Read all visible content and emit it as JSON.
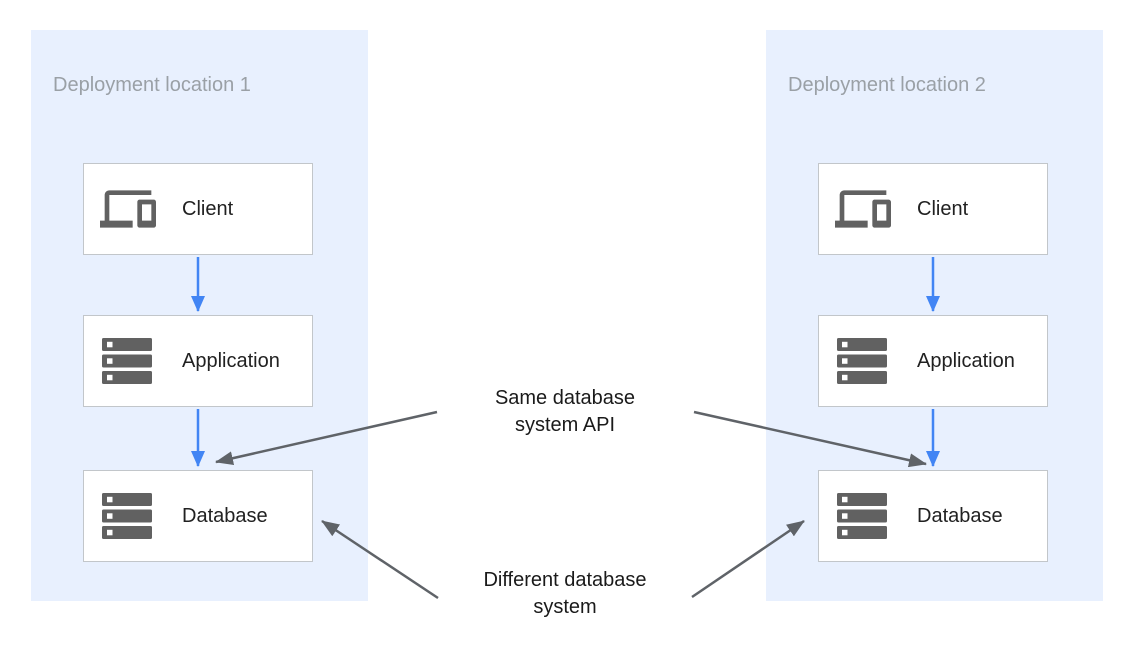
{
  "diagram": {
    "panels": [
      {
        "title": "Deployment location 1",
        "nodes": [
          {
            "icon": "devices-icon",
            "label": "Client"
          },
          {
            "icon": "server-stack-icon",
            "label": "Application"
          },
          {
            "icon": "server-stack-icon",
            "label": "Database"
          }
        ]
      },
      {
        "title": "Deployment location 2",
        "nodes": [
          {
            "icon": "devices-icon",
            "label": "Client"
          },
          {
            "icon": "server-stack-icon",
            "label": "Application"
          },
          {
            "icon": "server-stack-icon",
            "label": "Database"
          }
        ]
      }
    ],
    "annotations": [
      {
        "id": "same-database-system-api",
        "text": "Same database\nsystem API"
      },
      {
        "id": "different-database-system",
        "text": "Different database\nsystem"
      }
    ],
    "colors": {
      "panel_bg": "#E8F0FE",
      "flow_arrow": "#4285F4",
      "annotation_arrow": "#5F6368",
      "node_border": "#C2C6CA",
      "panel_title": "#9AA0A6",
      "node_icon": "#616161",
      "label_text": "#212121",
      "annotation_text": "#1A1A1A"
    }
  }
}
